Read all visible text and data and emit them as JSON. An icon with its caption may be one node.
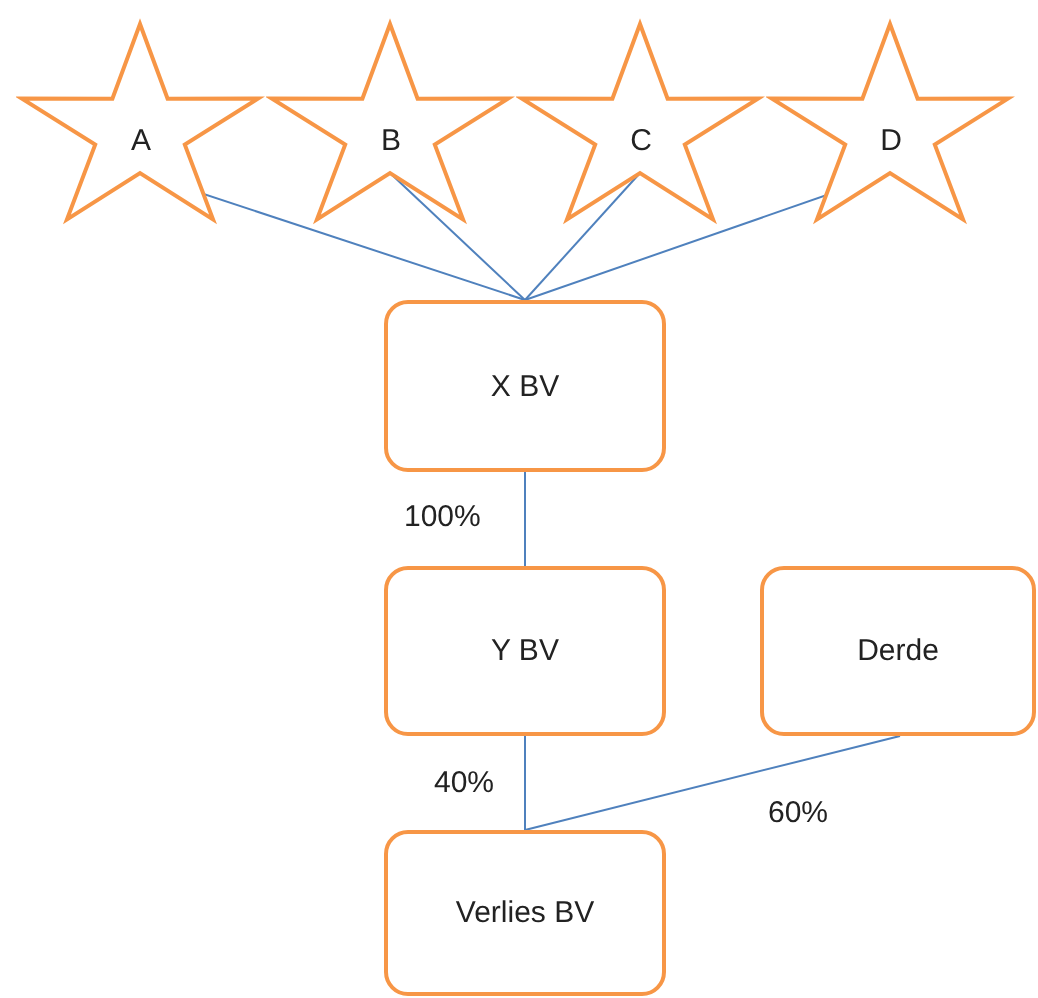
{
  "diagram": {
    "nodes": [
      {
        "text": [
          "A"
        ]
      },
      {
        "text": [
          "B"
        ]
      },
      {
        "text": [
          "C"
        ]
      },
      {
        "text": [
          "D"
        ]
      },
      {
        "text": [
          "X BV"
        ]
      },
      {
        "text": [
          "Y BV"
        ]
      },
      {
        "text": [
          "Derde"
        ]
      },
      {
        "text": [
          "Verlies BV"
        ]
      }
    ],
    "edges": [
      {
        "from": 0,
        "to": 4,
        "arrow": "none"
      },
      {
        "from": 1,
        "to": 4,
        "arrow": "none"
      },
      {
        "from": 2,
        "to": 4,
        "arrow": "none"
      },
      {
        "from": 3,
        "to": 4,
        "arrow": "none"
      },
      {
        "from": 4,
        "to": 5,
        "arrow": "none",
        "label": "100%"
      },
      {
        "from": 5,
        "to": 7,
        "arrow": "none",
        "label": "40%"
      },
      {
        "from": 6,
        "to": 7,
        "arrow": "none",
        "label": "60%"
      }
    ]
  }
}
